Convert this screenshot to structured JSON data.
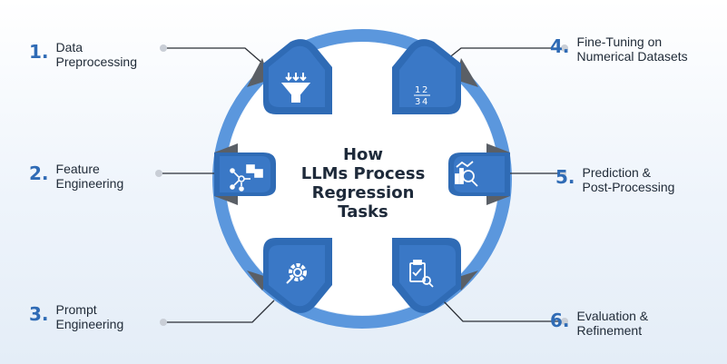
{
  "title": "How\nLLMs Process\nRegression\nTasks",
  "colors": {
    "accent": "#2f6bb5",
    "badge": "#3a78c6",
    "ring": "#5b97dd",
    "shadow": "#5a5f66",
    "text": "#1f2a37"
  },
  "steps": [
    {
      "number": "1.",
      "label": "Data\nPreprocessing",
      "icon": "funnel-icon"
    },
    {
      "number": "2.",
      "label": "Feature\nEngineering",
      "icon": "network-cubes-icon"
    },
    {
      "number": "3.",
      "label": "Prompt\nEngineering",
      "icon": "gear-search-icon"
    },
    {
      "number": "4.",
      "label": "Fine-Tuning on\nNumerical Datasets",
      "icon": "numbers-icon"
    },
    {
      "number": "5.",
      "label": "Prediction &\nPost-Processing",
      "icon": "chart-magnifier-icon"
    },
    {
      "number": "6.",
      "label": "Evaluation &\nRefinement",
      "icon": "clipboard-check-icon"
    }
  ]
}
